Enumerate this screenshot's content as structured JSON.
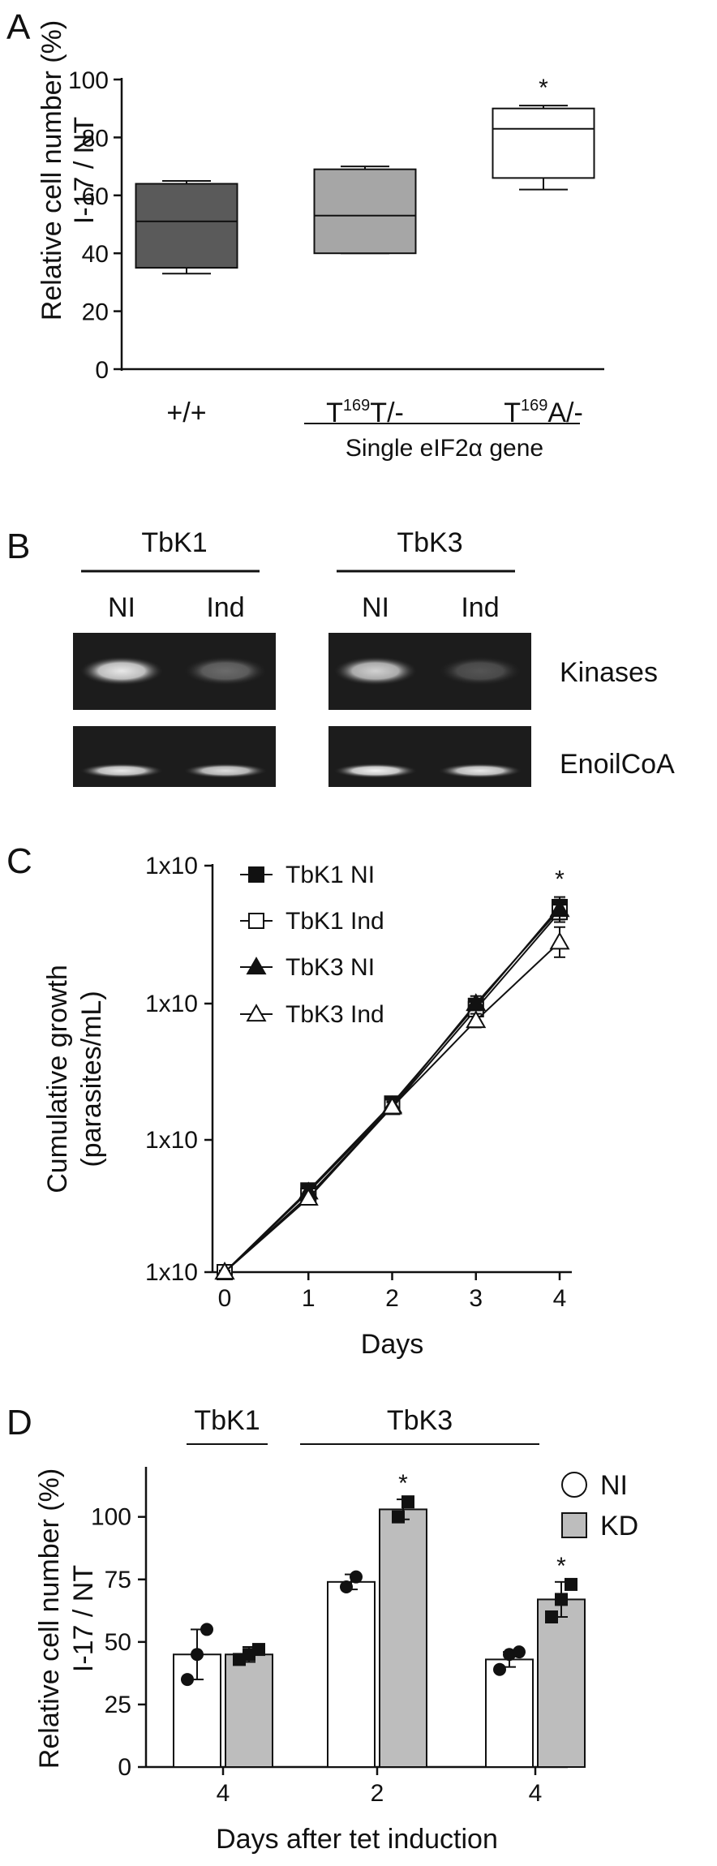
{
  "chart_data": [
    {
      "panel": "A",
      "type": "box",
      "ylabel_line1": "Relative cell number (%)",
      "ylabel_line2": "I-17 / NT",
      "ylim": [
        0,
        100
      ],
      "yticks": [
        "0",
        "20",
        "40",
        "60",
        "80",
        "100"
      ],
      "categories": [
        {
          "pre": "+/+",
          "sup": "",
          "post": ""
        },
        {
          "pre": "T",
          "sup": "169",
          "post": "T/-"
        },
        {
          "pre": "T",
          "sup": "169",
          "post": "A/-"
        }
      ],
      "group_label": "Single eIF2α gene",
      "boxes": [
        {
          "min": 33,
          "q1": 35,
          "median": 51,
          "q3": 64,
          "max": 65,
          "color": "#5a5a5a"
        },
        {
          "min": 40,
          "q1": 40,
          "median": 53,
          "q3": 69,
          "max": 70,
          "color": "#a6a6a6"
        },
        {
          "min": 62,
          "q1": 66,
          "median": 83,
          "q3": 90,
          "max": 91,
          "color": "#ffffff"
        }
      ],
      "annotations": [
        {
          "category_index": 2,
          "text": "*"
        }
      ]
    },
    {
      "panel": "B",
      "type": "gel",
      "groups": [
        "TbK1",
        "TbK3"
      ],
      "lanes": [
        "NI",
        "Ind",
        "NI",
        "Ind"
      ],
      "rows": [
        "Kinases",
        "EnoilCoA"
      ],
      "band_intensity": [
        [
          0.9,
          0.35,
          0.8,
          0.25
        ],
        [
          0.9,
          0.85,
          0.95,
          0.9
        ]
      ]
    },
    {
      "panel": "C",
      "type": "line",
      "xlabel": "Days",
      "ylabel_line1": "Cumulative growth",
      "ylabel_line2": "(parasites/mL)",
      "ylog": true,
      "x": [
        0,
        1,
        2,
        3,
        4
      ],
      "yticks": [
        "1x10",
        "1x10",
        "1x10",
        "1x10"
      ],
      "series": [
        {
          "name": "TbK1 NI",
          "marker": "square-filled",
          "values": [
            1,
            2.05,
            3.02,
            3.88,
            4.67
          ],
          "err": [
            0.02,
            0.08,
            0.04,
            0.06,
            0.08
          ]
        },
        {
          "name": "TbK1 Ind",
          "marker": "square-open",
          "values": [
            1,
            1.98,
            2.99,
            3.85,
            4.63
          ],
          "err": [
            0.02,
            0.08,
            0.04,
            0.06,
            0.08
          ]
        },
        {
          "name": "TbK3 NI",
          "marker": "triangle-filled",
          "values": [
            1,
            2.03,
            3.0,
            3.9,
            4.65
          ],
          "err": [
            0.02,
            0.08,
            0.04,
            0.06,
            0.08
          ]
        },
        {
          "name": "TbK3 Ind",
          "marker": "triangle-open",
          "values": [
            1,
            1.95,
            2.99,
            3.75,
            4.39
          ],
          "err": [
            0.02,
            0.08,
            0.04,
            0.06,
            0.12
          ]
        }
      ],
      "annotations": [
        {
          "x": 4,
          "text": "*"
        }
      ]
    },
    {
      "panel": "D",
      "type": "bar",
      "xlabel": "Days after tet induction",
      "ylabel_line1": "Relative cell number (%)",
      "ylabel_line2": "I-17 / NT",
      "ylim": [
        0,
        120
      ],
      "yticks": [
        "0",
        "25",
        "50",
        "75",
        "100"
      ],
      "categories": [
        "4",
        "2",
        "4"
      ],
      "group_labels": [
        "TbK1",
        "TbK3"
      ],
      "series": [
        {
          "name": "NI",
          "color": "#ffffff",
          "values": [
            45,
            74,
            43
          ],
          "err": [
            10,
            3,
            3
          ],
          "points": [
            [
              35,
              45,
              55
            ],
            [
              72,
              76
            ],
            [
              39,
              45,
              46
            ]
          ]
        },
        {
          "name": "KD",
          "color": "#bdbdbd",
          "values": [
            45,
            103,
            67
          ],
          "err": [
            3,
            4,
            7
          ],
          "points": [
            [
              43,
              45,
              47
            ],
            [
              100,
              106
            ],
            [
              60,
              67,
              73
            ]
          ]
        }
      ],
      "annotations": [
        {
          "category_index": 1,
          "series": "KD",
          "text": "*"
        },
        {
          "category_index": 2,
          "series": "KD",
          "text": "*"
        }
      ]
    }
  ],
  "panel_labels": [
    "A",
    "B",
    "C",
    "D"
  ]
}
